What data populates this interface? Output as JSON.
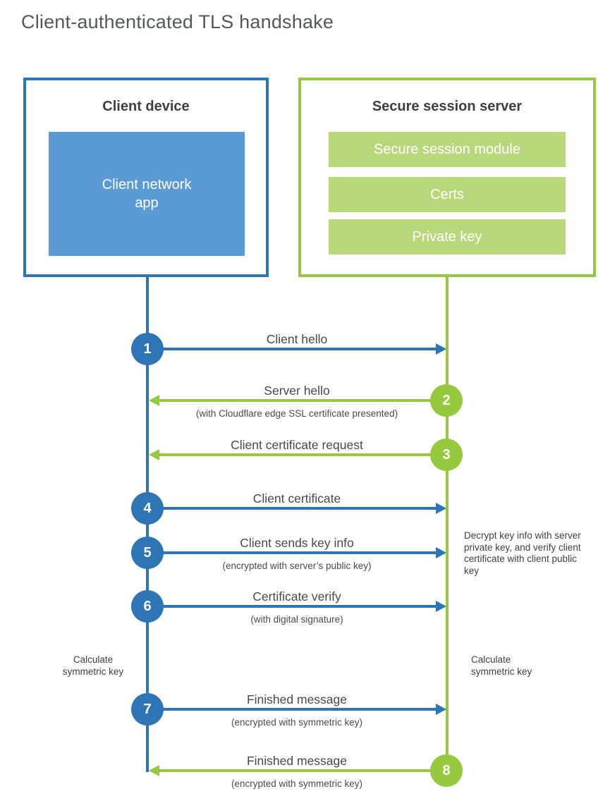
{
  "title": "Client-authenticated TLS handshake",
  "client_box": {
    "title": "Client device",
    "app_label": "Client network app"
  },
  "server_box": {
    "title": "Secure session server",
    "modules": [
      "Secure session module",
      "Certs",
      "Private key"
    ]
  },
  "steps": [
    {
      "num": "1",
      "from": "client",
      "direction": "right",
      "label": "Client hello",
      "sublabel": ""
    },
    {
      "num": "2",
      "from": "server",
      "direction": "left",
      "label": "Server hello",
      "sublabel": "(with Cloudflare edge SSL certificate presented)"
    },
    {
      "num": "3",
      "from": "server",
      "direction": "left",
      "label": "Client certificate request",
      "sublabel": ""
    },
    {
      "num": "4",
      "from": "client",
      "direction": "right",
      "label": "Client certificate",
      "sublabel": ""
    },
    {
      "num": "5",
      "from": "client",
      "direction": "right",
      "label": "Client sends key info",
      "sublabel": "(encrypted with server’s public key)"
    },
    {
      "num": "6",
      "from": "client",
      "direction": "right",
      "label": "Certificate verify",
      "sublabel": "(with digital signature)"
    },
    {
      "num": "7",
      "from": "client",
      "direction": "right",
      "label": "Finished message",
      "sublabel": "(encrypted with symmetric key)"
    },
    {
      "num": "8",
      "from": "server",
      "direction": "left",
      "label": "Finished message",
      "sublabel": "(encrypted with symmetric key)"
    }
  ],
  "annotations": {
    "decrypt_note": "Decrypt key info with server private key, and verify client certificate with client public key",
    "calculate_left": "Calculate symmetric key",
    "calculate_right": "Calculate symmetric key"
  },
  "colors": {
    "blue": "#2e75b6",
    "blue_fill": "#5b9bd5",
    "green": "#97c93e",
    "green_fill": "#b9d77b",
    "heading_text": "#3f3f3f",
    "label_text": "#484848",
    "title_text": "#55575c"
  }
}
